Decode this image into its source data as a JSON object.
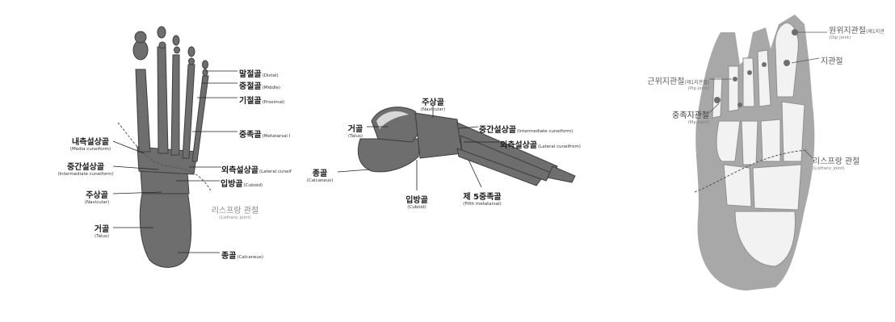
{
  "panel1": {
    "distal": {
      "ko": "말절골",
      "en": "(Distal)"
    },
    "middle": {
      "ko": "중절골",
      "en": "(Middle)"
    },
    "proximal": {
      "ko": "기절골",
      "en": "(Proximal)"
    },
    "metatarsal": {
      "ko": "중족골",
      "en": "(Metatarsal I"
    },
    "medial_cuneiform": {
      "ko": "내측설상골",
      "en": "(Media cuneiform)"
    },
    "intermediate_cuneiform": {
      "ko": "중간설상골",
      "en": "(Intermediate cuneiform)"
    },
    "lateral_cuneiform": {
      "ko": "외측설상골",
      "en": "(Lateral cuneif"
    },
    "cuboid": {
      "ko": "입방골",
      "en": "(Cuboid)"
    },
    "navicular": {
      "ko": "주상골",
      "en": "(Navicular)"
    },
    "lisfranc": {
      "ko": "리스프랑 관절",
      "en": "(Lisfranc joint)"
    },
    "talus": {
      "ko": "거골",
      "en": "(Talus)"
    },
    "calcaneus": {
      "ko": "종골",
      "en": "(Calcaneus)"
    }
  },
  "panel2": {
    "navicular": {
      "ko": "주상골",
      "en": "(Navicular)"
    },
    "talus": {
      "ko": "거골",
      "en": "(Talus)"
    },
    "intermediate_cuneiform": {
      "ko": "중간설상골",
      "en": "(Intermediate cuneiform)"
    },
    "lateral_cuneiform": {
      "ko": "외측설상골",
      "en": "(Lateral cuneifrom)"
    },
    "calcaneus": {
      "ko": "종골",
      "en": "(Calcaneus)"
    },
    "cuboid": {
      "ko": "입방골",
      "en": "(Cuboid)"
    },
    "fifth_metatarsal": {
      "ko": "제 5중족골",
      "en": "(Fifth metatarsal)"
    }
  },
  "panel3": {
    "dip": {
      "ko": "원위지관절",
      "note": "(제1지관",
      "en": "(Dip joint)"
    },
    "ip": {
      "ko": "지관절"
    },
    "pip": {
      "ko": "근위지관절",
      "note": "(제1지관절)",
      "en": "(Pip joint)"
    },
    "mp": {
      "ko": "중족지관절",
      "en": "(Mp joint)"
    },
    "lisfranc": {
      "ko": "리스프랑 관절",
      "en": "(Lisfranc joint)"
    }
  },
  "colors": {
    "bone": "#6e6e6e",
    "bone_dark": "#4a4a4a",
    "silhouette": "#a8a8a8",
    "bone_light": "#f2f2f2",
    "label": "#1a1a1a"
  }
}
